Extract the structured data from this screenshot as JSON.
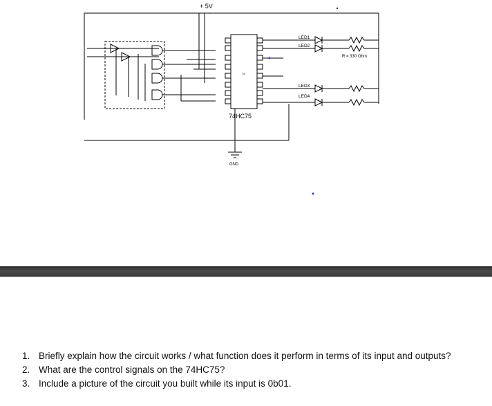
{
  "circuit": {
    "supply_label": "+ 5V",
    "ground_label": "GND",
    "chip_label": "74HC75",
    "chip_center_label": "75",
    "led_labels": [
      "LED1",
      "LED2",
      "LED3",
      "LED4"
    ],
    "resistor_label": "R = 330 Ohm"
  },
  "questions": [
    {
      "number": "1.",
      "text": "Briefly explain how the circuit works / what function does it perform in terms of its input and outputs?"
    },
    {
      "number": "2.",
      "text": "What are the control signals on the 74HC75?"
    },
    {
      "number": "3.",
      "text": "Include a picture of the circuit you built while its input is 0b01."
    }
  ]
}
